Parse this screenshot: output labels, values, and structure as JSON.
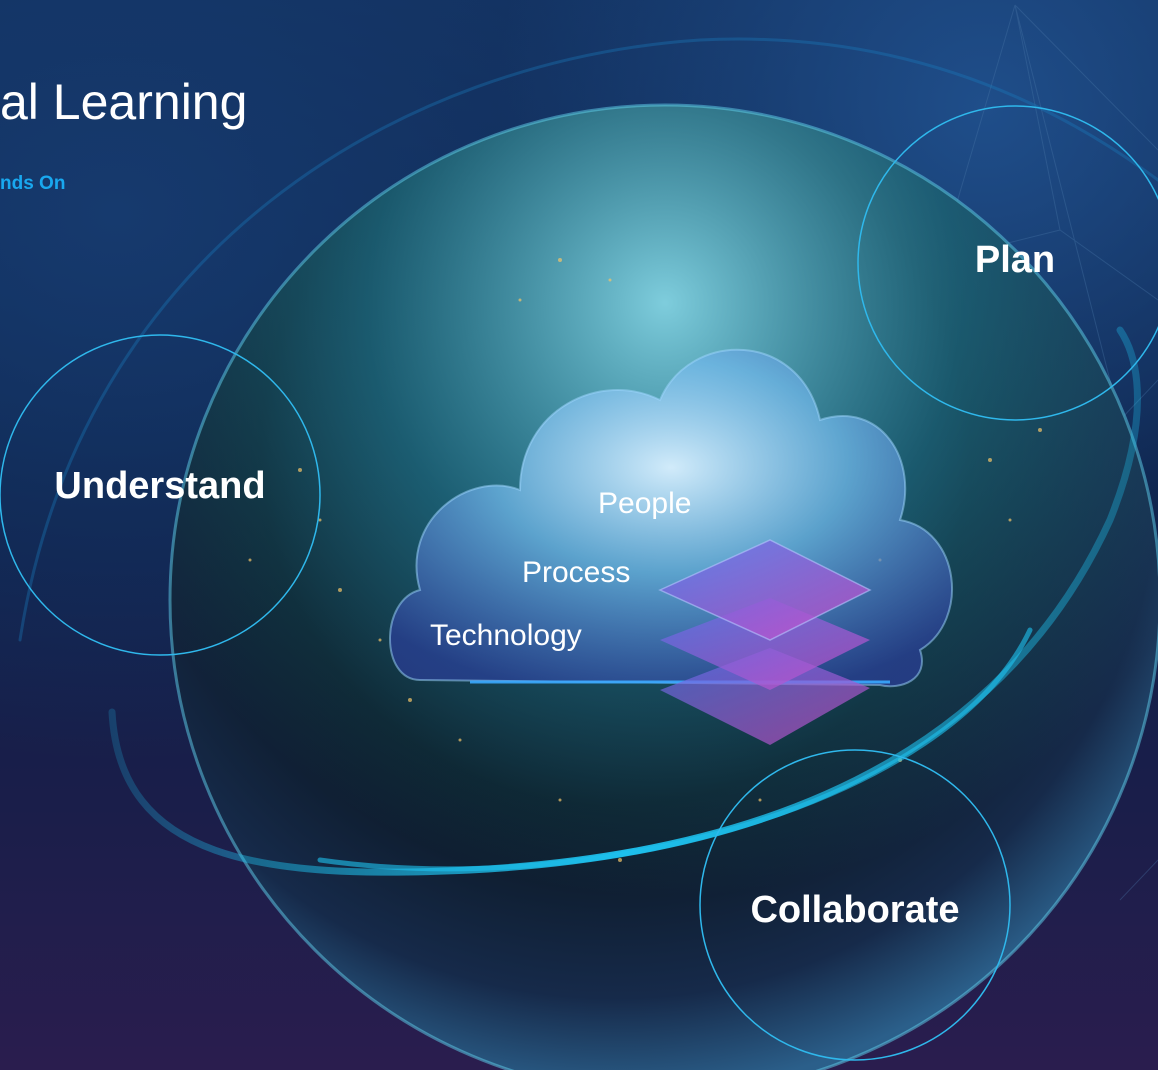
{
  "header": {
    "title": "al Learning",
    "subtitle": "nds On"
  },
  "stages": [
    {
      "id": "plan",
      "label": "Plan"
    },
    {
      "id": "understand",
      "label": "Understand"
    },
    {
      "id": "collaborate",
      "label": "Collaborate"
    }
  ],
  "layers": [
    {
      "id": "people",
      "label": "People"
    },
    {
      "id": "process",
      "label": "Process"
    },
    {
      "id": "technology",
      "label": "Technology"
    }
  ],
  "colors": {
    "accent": "#19a8ef",
    "ring": "#1ec3f0",
    "circle_stroke": "#2fb8ec",
    "layer_top": "#5a6de8",
    "layer_bottom": "#d04fc8",
    "text": "#ffffff"
  },
  "icons": {
    "globe": "earth-globe-icon",
    "cloud": "data-cloud-icon",
    "layers": "stacked-layers-icon"
  }
}
